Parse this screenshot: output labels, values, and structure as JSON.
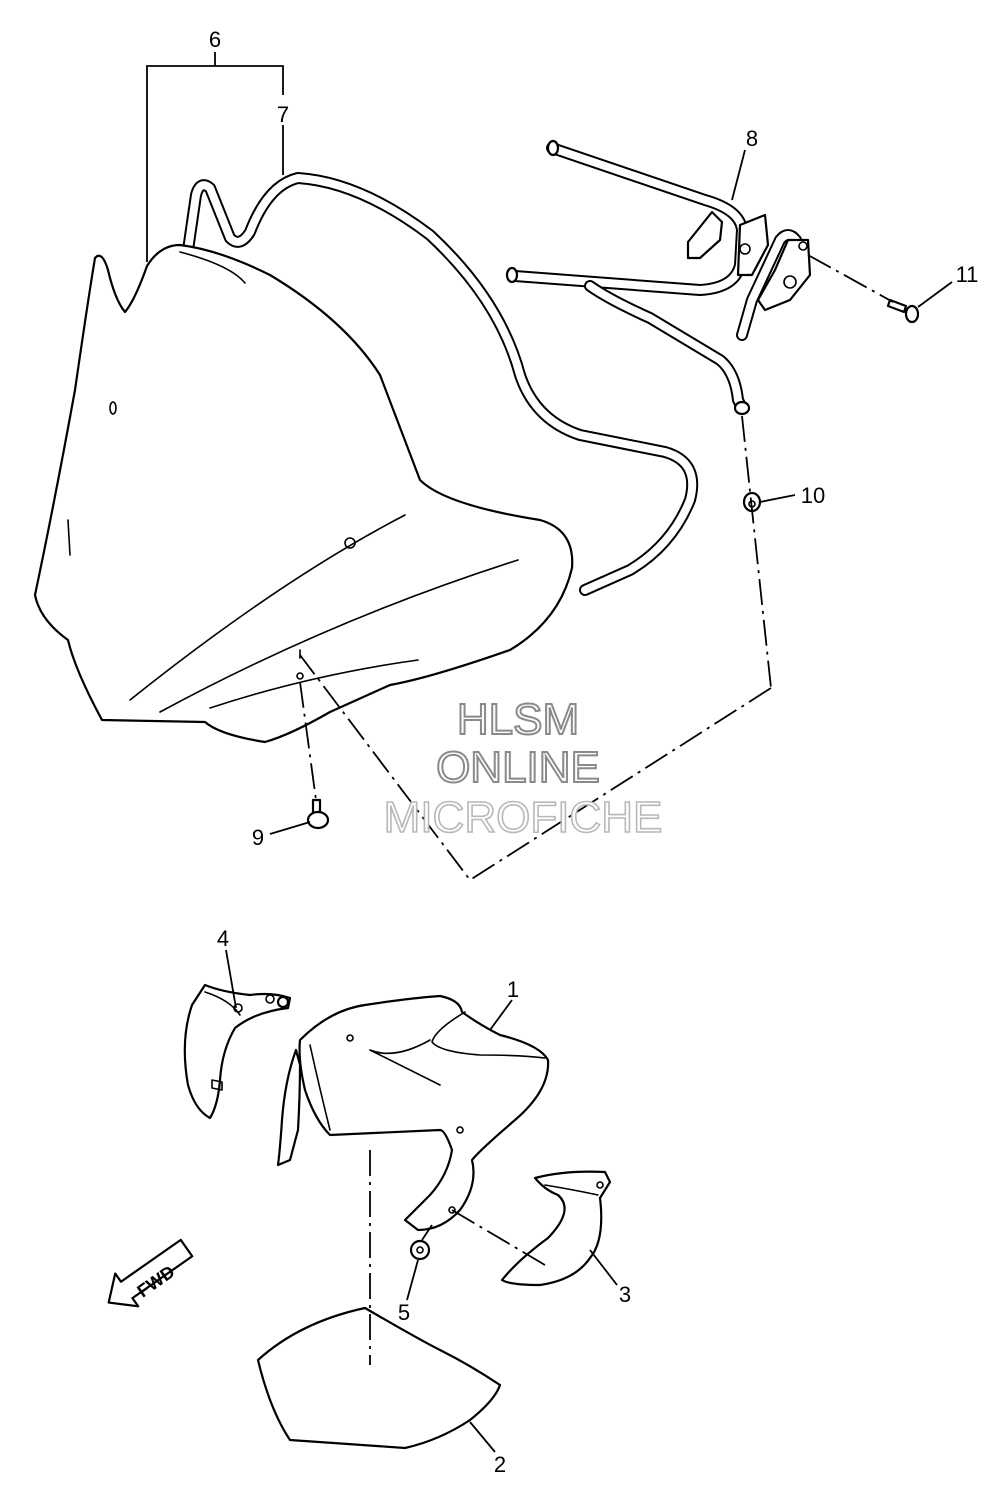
{
  "callouts": {
    "c1": "1",
    "c2": "2",
    "c3": "3",
    "c4": "4",
    "c5": "5",
    "c6": "6",
    "c7": "7",
    "c8": "8",
    "c9": "9",
    "c10": "10",
    "c11": "11"
  },
  "watermark": {
    "line1": "HLSM",
    "line2": "ONLINE",
    "line3": "MICROFICHE"
  },
  "direction_arrow": "FWD",
  "colors": {
    "line": "#000000",
    "background": "#ffffff",
    "watermark_dark": "#8a8a8a",
    "watermark_light": "#b8b8b8"
  }
}
